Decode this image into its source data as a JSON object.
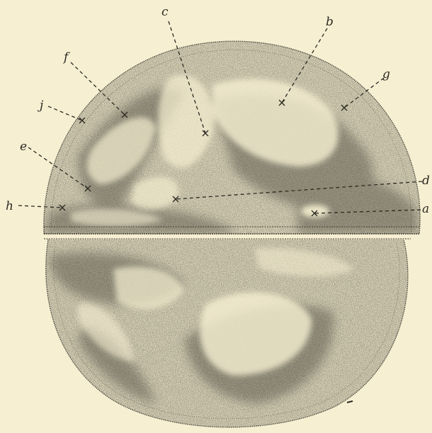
{
  "figure": {
    "background": "#f6efd2",
    "ink": "#2c2a22",
    "labels": {
      "a": "a",
      "b": "b",
      "c_top": "c",
      "d": "d",
      "e": "e",
      "f": "f",
      "g": "g",
      "h": "h",
      "j": "j"
    }
  }
}
